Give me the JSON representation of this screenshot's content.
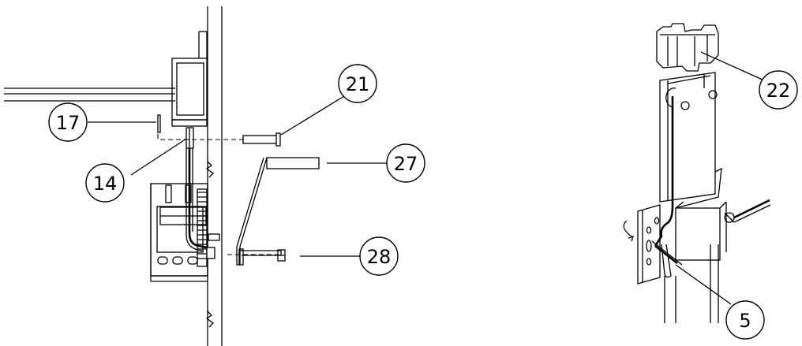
{
  "callouts": {
    "c17": "17",
    "c14": "14",
    "c21": "21",
    "c27": "27",
    "c28": "28",
    "c22": "22",
    "c5": "5"
  }
}
